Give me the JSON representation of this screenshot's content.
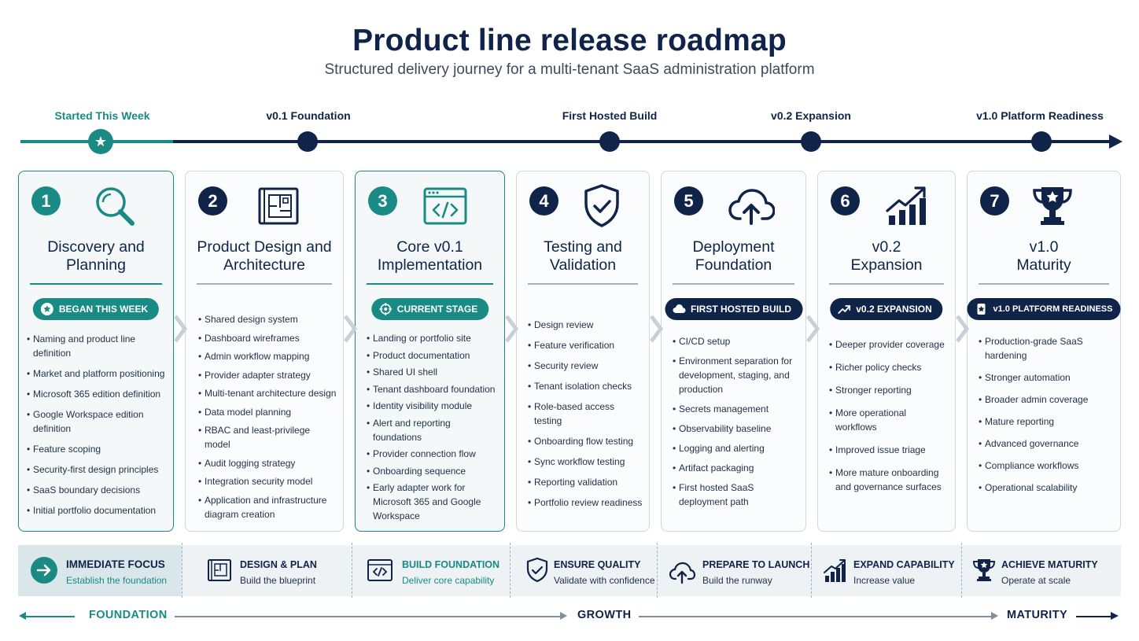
{
  "header": {
    "title": "Product line release roadmap",
    "subtitle": "Structured delivery journey for a multi-tenant SaaS administration platform"
  },
  "timeline": {
    "milestones": [
      {
        "label": "Started This Week",
        "current": true
      },
      {
        "label": "v0.1 Foundation"
      },
      {
        "label": "First Hosted Build"
      },
      {
        "label": "v0.2 Expansion"
      },
      {
        "label": "v1.0 Platform Readiness"
      }
    ]
  },
  "stages": [
    {
      "number": "1",
      "icon": "magnifier-icon",
      "title": "Discovery and\nPlanning",
      "badge": "BEGAN THIS WEEK",
      "badge_icon": "star-icon",
      "items": [
        "Naming and product line definition",
        "Market and platform positioning",
        "Microsoft 365 edition definition",
        "Google Workspace edition definition",
        "Feature scoping",
        "Security-first design principles",
        "SaaS boundary decisions",
        "Initial portfolio documentation"
      ]
    },
    {
      "number": "2",
      "icon": "blueprint-icon",
      "title": "Product Design and\nArchitecture",
      "items": [
        "Shared design system",
        "Dashboard wireframes",
        "Admin workflow mapping",
        "Provider adapter strategy",
        "Multi-tenant architecture design",
        "Data model planning",
        "RBAC and least-privilege model",
        "Audit logging strategy",
        "Integration security model",
        "Application and infrastructure diagram creation"
      ]
    },
    {
      "number": "3",
      "icon": "code-window-icon",
      "title": "Core v0.1\nImplementation",
      "badge": "CURRENT STAGE",
      "badge_icon": "target-icon",
      "items": [
        "Landing or portfolio site",
        "Product documentation",
        "Shared UI shell",
        "Tenant dashboard foundation",
        "Identity visibility module",
        "Alert and reporting foundations",
        "Provider connection flow",
        "Onboarding sequence",
        "Early adapter work for Microsoft 365 and Google Workspace"
      ]
    },
    {
      "number": "4",
      "icon": "shield-check-icon",
      "title": "Testing and\nValidation",
      "items": [
        "Design review",
        "Feature verification",
        "Security review",
        "Tenant isolation checks",
        "Role-based access testing",
        "Onboarding flow testing",
        "Sync workflow testing",
        "Reporting validation",
        "Portfolio review readiness"
      ]
    },
    {
      "number": "5",
      "icon": "cloud-upload-icon",
      "title": "Deployment\nFoundation",
      "badge": "FIRST HOSTED BUILD",
      "badge_icon": "cloud-icon",
      "items": [
        "CI/CD setup",
        "Environment separation for development, staging, and production",
        "Secrets management",
        "Observability baseline",
        "Logging and alerting",
        "Artifact packaging",
        "First hosted SaaS deployment path"
      ]
    },
    {
      "number": "6",
      "icon": "growth-chart-icon",
      "title": "v0.2\nExpansion",
      "badge": "v0.2 EXPANSION",
      "badge_icon": "trend-icon",
      "items": [
        "Deeper provider coverage",
        "Richer policy checks",
        "Stronger reporting",
        "More operational workflows",
        "Improved issue triage",
        "More mature onboarding and governance surfaces"
      ]
    },
    {
      "number": "7",
      "icon": "trophy-icon",
      "title": "v1.0\nMaturity",
      "badge": "v1.0 PLATFORM READINESS",
      "badge_icon": "medal-icon",
      "items": [
        "Production-grade SaaS hardening",
        "Stronger automation",
        "Broader admin coverage",
        "Mature reporting",
        "Advanced governance",
        "Compliance workflows",
        "Operational scalability"
      ]
    }
  ],
  "focus_band": [
    {
      "icon": "arrow-circle-icon",
      "title": "IMMEDIATE FOCUS",
      "subtitle": "Establish the foundation"
    },
    {
      "icon": "blueprint-icon",
      "title": "DESIGN & PLAN",
      "subtitle": "Build the blueprint"
    },
    {
      "icon": "code-window-icon",
      "title": "BUILD FOUNDATION",
      "subtitle": "Deliver core capability"
    },
    {
      "icon": "shield-check-icon",
      "title": "ENSURE QUALITY",
      "subtitle": "Validate with confidence"
    },
    {
      "icon": "cloud-upload-icon",
      "title": "PREPARE TO LAUNCH",
      "subtitle": "Build the runway"
    },
    {
      "icon": "growth-chart-icon",
      "title": "EXPAND CAPABILITY",
      "subtitle": "Increase value"
    },
    {
      "icon": "trophy-icon",
      "title": "ACHIEVE MATURITY",
      "subtitle": "Operate at scale"
    }
  ],
  "phases": [
    "FOUNDATION",
    "GROWTH",
    "MATURITY"
  ],
  "colors": {
    "navy": "#0f2448",
    "teal": "#1a8a84",
    "border": "#cfd7e0",
    "band": "#eef2f5"
  }
}
